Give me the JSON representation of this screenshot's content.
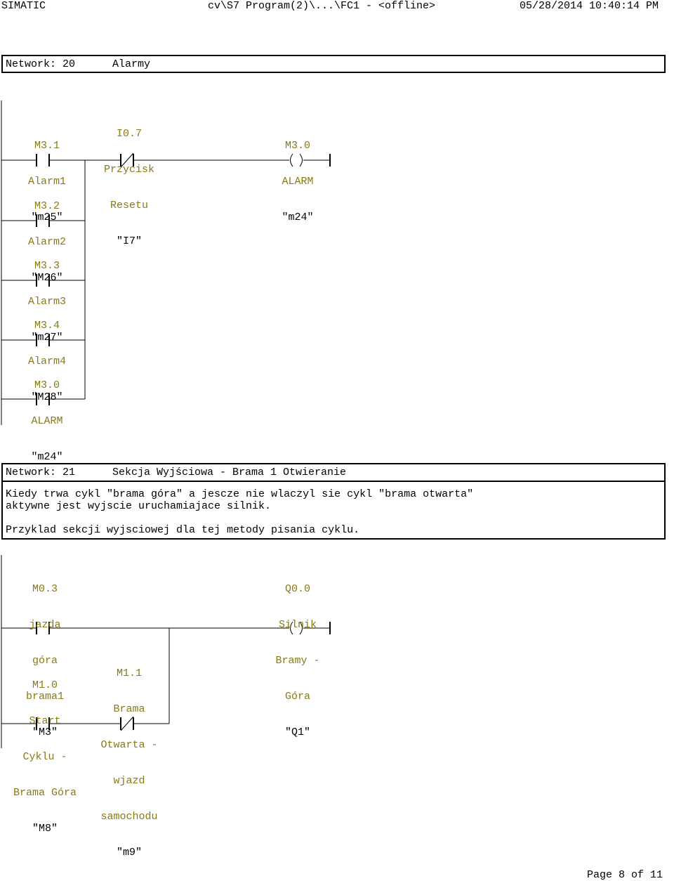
{
  "header": {
    "app": "SIMATIC",
    "path": "cv\\S7 Program(2)\\...\\FC1 - <offline>",
    "datetime": "05/28/2014 10:40:14 PM"
  },
  "network20": {
    "label": "Network: 20",
    "title": "Alarmy",
    "contacts": [
      {
        "addr": "M3.1",
        "lines": [
          "Alarm1"
        ],
        "tag": "\"m25\""
      },
      {
        "addr": "I0.7",
        "lines": [
          "Przycisk",
          "Resetu"
        ],
        "tag": "\"I7\""
      },
      {
        "addr": "M3.0",
        "lines": [
          "ALARM"
        ],
        "tag": "\"m24\""
      },
      {
        "addr": "M3.2",
        "lines": [
          "Alarm2"
        ],
        "tag": "\"M26\""
      },
      {
        "addr": "M3.3",
        "lines": [
          "Alarm3"
        ],
        "tag": "\"m27\""
      },
      {
        "addr": "M3.4",
        "lines": [
          "Alarm4"
        ],
        "tag": "\"M28\""
      },
      {
        "addr": "M3.0",
        "lines": [
          "ALARM"
        ],
        "tag": "\"m24\""
      }
    ]
  },
  "network21": {
    "label": "Network: 21",
    "title": "Sekcja Wyjściowa - Brama 1 Otwieranie",
    "comment1": "Kiedy trwa cykl \"brama góra\" a jescze nie wlaczyl sie cykl \"brama otwarta\"",
    "comment2": "aktywne jest wyjscie uruchamiajace silnik.",
    "comment3": "Przyklad sekcji wyjsciowej dla tej metody pisania cyklu.",
    "contacts": [
      {
        "addr": "M0.3",
        "lines": [
          "jazda",
          "góra",
          "brama1"
        ],
        "tag": "\"M3\""
      },
      {
        "addr": "Q0.0",
        "lines": [
          "Silnik",
          "Bramy -",
          "Góra"
        ],
        "tag": "\"Q1\""
      },
      {
        "addr": "M1.0",
        "lines": [
          "Start",
          "Cyklu -",
          "Brama Góra"
        ],
        "tag": "\"M8\""
      },
      {
        "addr": "M1.1",
        "lines": [
          "Brama",
          "Otwarta -",
          "wjazd",
          "samochodu"
        ],
        "tag": "\"m9\""
      }
    ]
  },
  "footer": {
    "page": "Page 8 of 11"
  }
}
